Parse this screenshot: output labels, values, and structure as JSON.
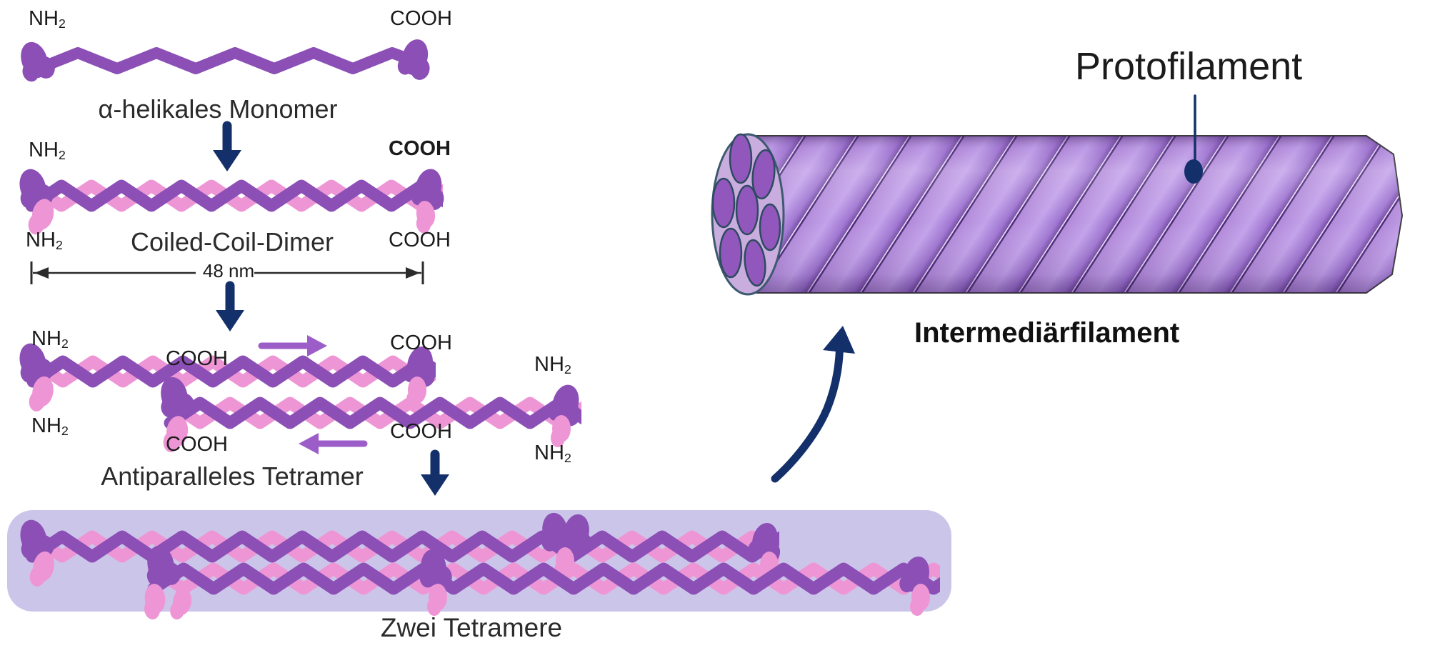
{
  "terminals": {
    "amino": "NH",
    "amino_sub": "2",
    "carboxyl": "COOH"
  },
  "sections": {
    "monomer": {
      "caption": "α-helikales Monomer"
    },
    "dimer": {
      "caption": "Coiled-Coil-Dimer",
      "scale_label": "48 nm"
    },
    "tetramer": {
      "caption": "Antiparalleles Tetramer"
    },
    "two_tetramers": {
      "caption": "Zwei Tetramere"
    },
    "filament": {
      "callout": "Protofilament",
      "caption": "Intermediärfilament"
    }
  },
  "colors": {
    "strand_purple": "#8b4fb6",
    "strand_pink": "#ee96d5",
    "arrow_navy": "#14306b",
    "arrow_purple": "#9d5dc8",
    "panel_background": "#ccc5ea",
    "cylinder_light": "#c3a2ea",
    "cylinder_mid": "#a077d2",
    "cylinder_crease": "#4d2d7a",
    "end_cap_background": "#c9addf",
    "end_cap_strand": "#9257bd",
    "text": "#1b1b1b"
  }
}
